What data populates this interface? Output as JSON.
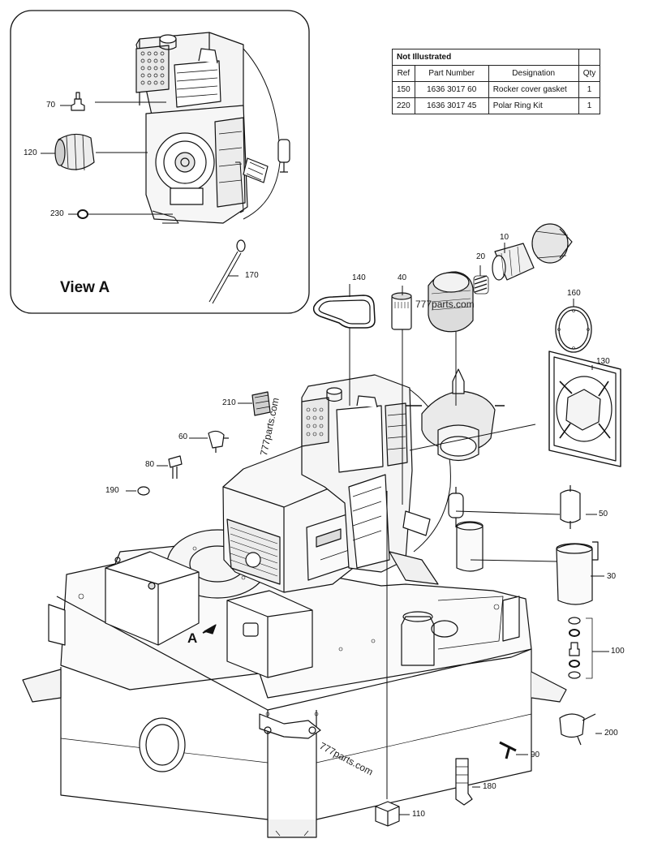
{
  "view": {
    "title": "View A",
    "indicator": "A"
  },
  "watermarks": [
    "777parts.com",
    "777parts.com",
    "777parts.com"
  ],
  "not_illustrated": {
    "title": "Not Illustrated",
    "headers": [
      "Ref",
      "Part Number",
      "Designation",
      "Qty"
    ],
    "rows": [
      [
        "150",
        "1636 3017 60",
        "Rocker cover gasket",
        "1"
      ],
      [
        "220",
        "1636 3017 45",
        "Polar Ring Kit",
        "1"
      ]
    ]
  },
  "callouts": {
    "c70": "70",
    "c120": "120",
    "c230": "230",
    "c170": "170",
    "c140": "140",
    "c40": "40",
    "c20": "20",
    "c10": "10",
    "c160": "160",
    "c130": "130",
    "c210": "210",
    "c60": "60",
    "c80": "80",
    "c190": "190",
    "c50": "50",
    "c30": "30",
    "c100": "100",
    "c200": "200",
    "c90": "90",
    "c180": "180",
    "c110": "110"
  }
}
